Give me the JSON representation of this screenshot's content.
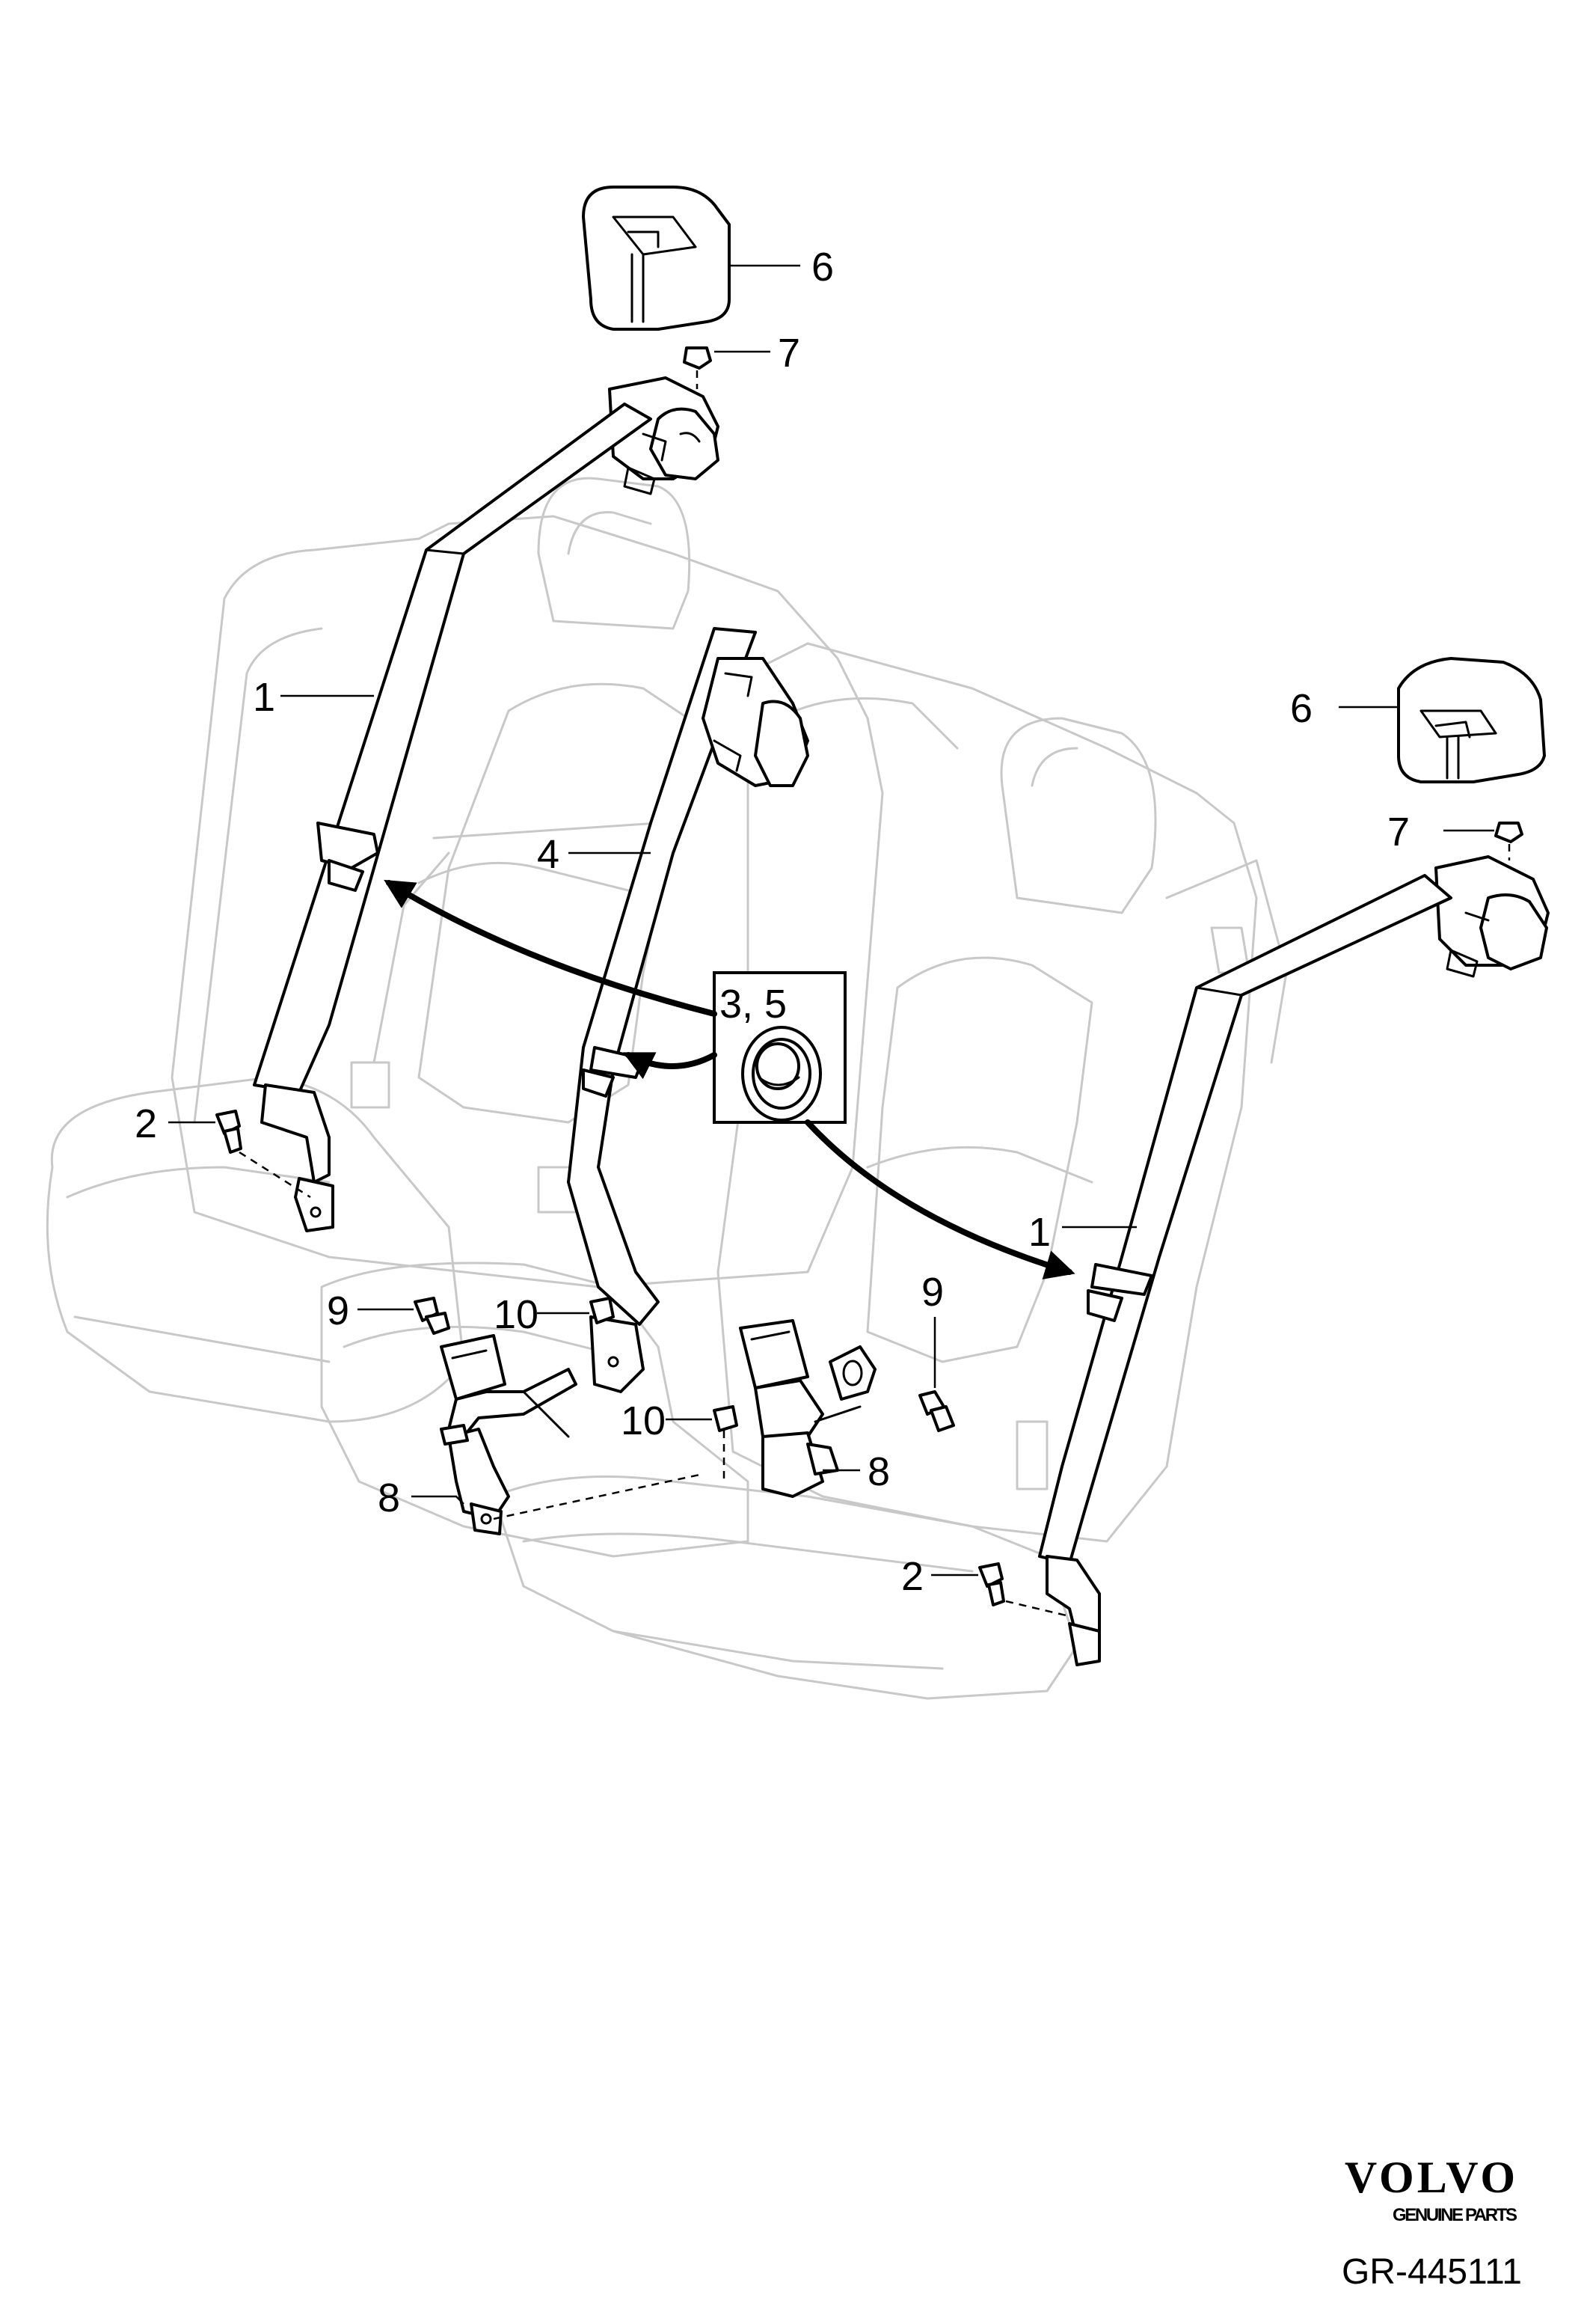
{
  "callouts": {
    "c1_left": "1",
    "c1_right": "1",
    "c2_left": "2",
    "c2_right": "2",
    "c35": "3, 5",
    "c4": "4",
    "c6_top": "6",
    "c6_right": "6",
    "c7_top": "7",
    "c7_right": "7",
    "c8_left": "8",
    "c8_right": "8",
    "c9_left": "9",
    "c9_right": "9",
    "c10_left": "10",
    "c10_right": "10"
  },
  "footer": {
    "brand": "VOLVO",
    "brand_sub": "GENUINE PARTS",
    "reference": "GR-445111"
  }
}
